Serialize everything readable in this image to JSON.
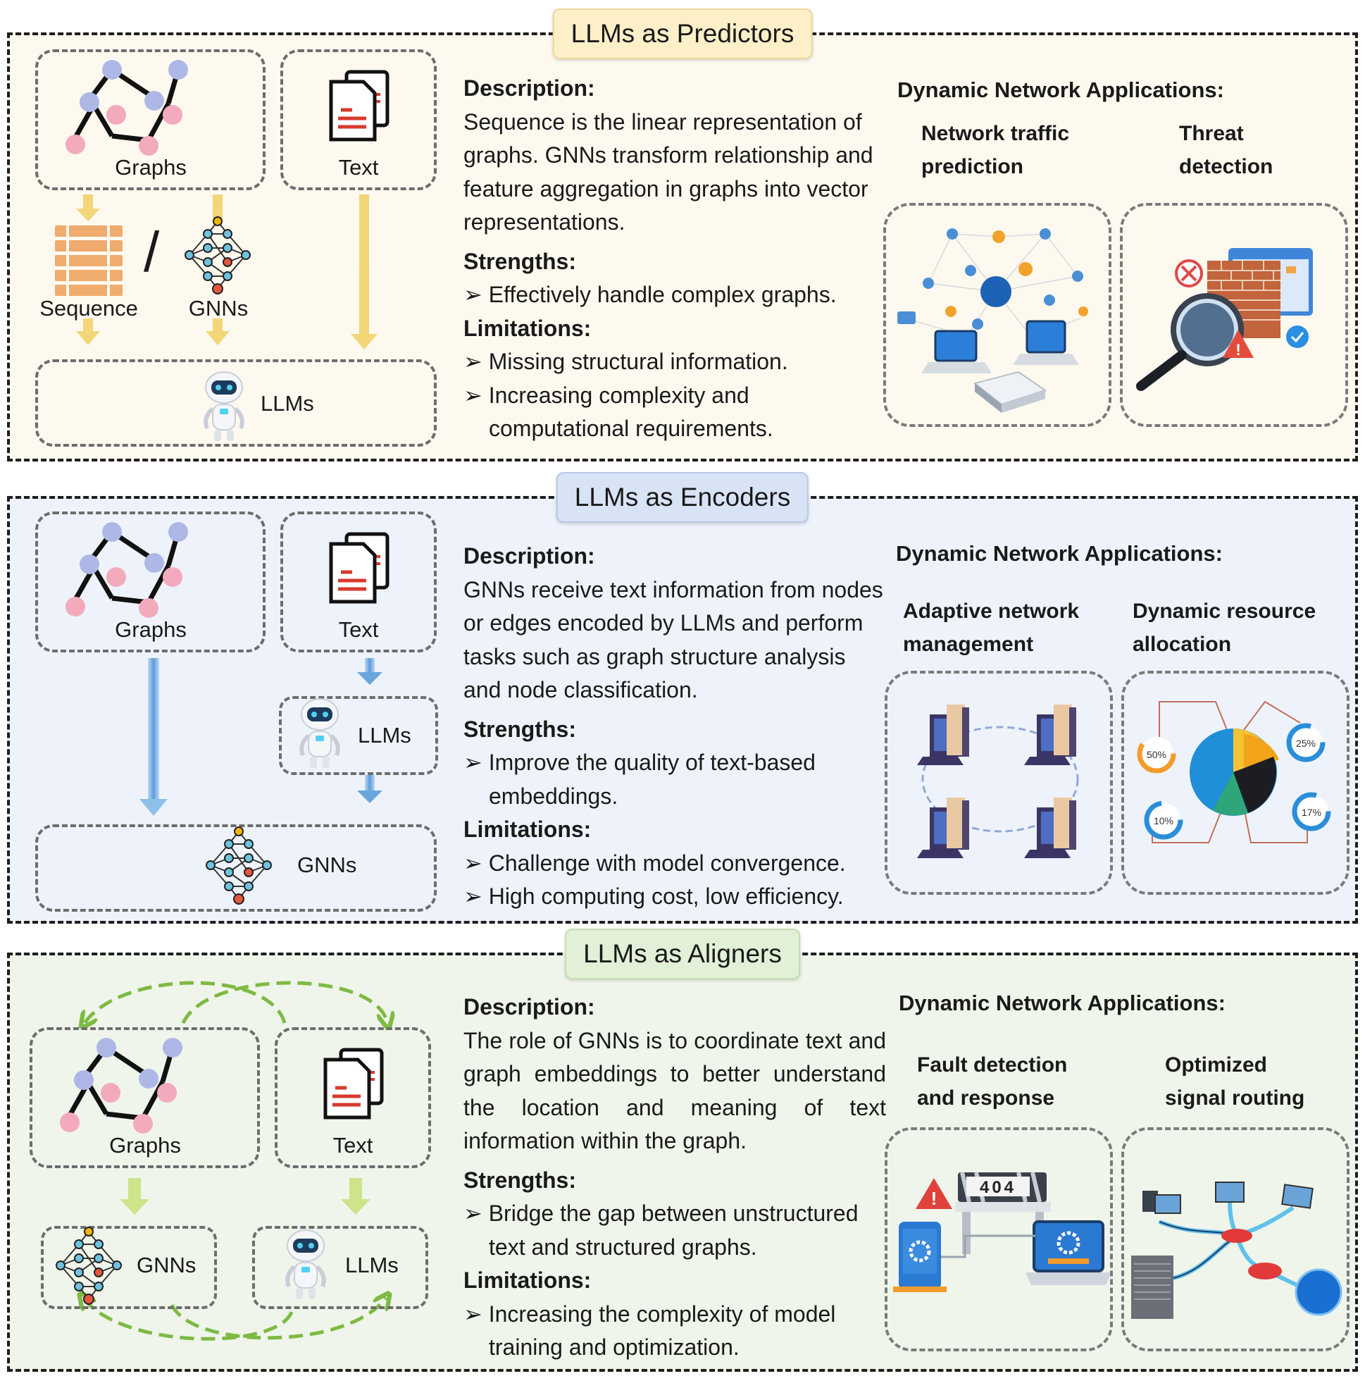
{
  "panels": [
    {
      "title": "LLMs as Predictors",
      "labels": {
        "graphs": "Graphs",
        "text": "Text",
        "sequence": "Sequence",
        "gnns": "GNNs",
        "llms": "LLMs",
        "slash": "/"
      },
      "description_heading": "Description:",
      "description": "Sequence is the linear representation of graphs. GNNs transform relationship and feature aggregation in graphs into vector representations.",
      "strengths_heading": "Strengths:",
      "strengths": [
        "Effectively handle complex graphs."
      ],
      "limitations_heading": "Limitations:",
      "limitations": [
        "Missing structural information.",
        "Increasing complexity and computational requirements."
      ],
      "apps_heading": "Dynamic Network Applications:",
      "apps": [
        "Network traffic prediction",
        "Threat detection"
      ]
    },
    {
      "title": "LLMs as Encoders",
      "labels": {
        "graphs": "Graphs",
        "text": "Text",
        "llms": "LLMs",
        "gnns": "GNNs"
      },
      "description_heading": "Description:",
      "description": "GNNs receive text information from nodes or edges encoded by LLMs and perform tasks such as graph structure analysis and node classification.",
      "strengths_heading": "Strengths:",
      "strengths": [
        "Improve the quality of text-based embeddings."
      ],
      "limitations_heading": "Limitations:",
      "limitations": [
        "Challenge with model convergence.",
        "High computing cost, low efficiency."
      ],
      "apps_heading": "Dynamic Network Applications:",
      "apps": [
        "Adaptive network management",
        "Dynamic resource allocation"
      ],
      "chart_labels": [
        "50%",
        "25%",
        "10%",
        "17%"
      ]
    },
    {
      "title": "LLMs as Aligners",
      "labels": {
        "graphs": "Graphs",
        "text": "Text",
        "gnns": "GNNs",
        "llms": "LLMs"
      },
      "description_heading": "Description:",
      "description": "The role of GNNs is to coordinate text and graph embeddings to better understand the location and meaning of text information within the graph.",
      "strengths_heading": "Strengths:",
      "strengths": [
        "Bridge the gap between unstructured text and structured graphs."
      ],
      "limitations_heading": "Limitations:",
      "limitations": [
        "Increasing the complexity of model training and optimization."
      ],
      "apps_heading": "Dynamic Network Applications:",
      "apps": [
        "Fault detection and response",
        "Optimized signal routing"
      ],
      "error_code": "404"
    }
  ],
  "bullet_glyph": "➢",
  "colors": {
    "predictor_bg": "#fdf9ef",
    "encoder_bg": "#eef3fb",
    "aligner_bg": "#eff5ea",
    "node_blue": "#aeb8e6",
    "node_pink": "#f3aabd",
    "arrow_yellow": "#f1d36b",
    "arrow_blue": "#6aa6dc",
    "arrow_green": "#cde48a",
    "dash_green": "#7dba43"
  }
}
